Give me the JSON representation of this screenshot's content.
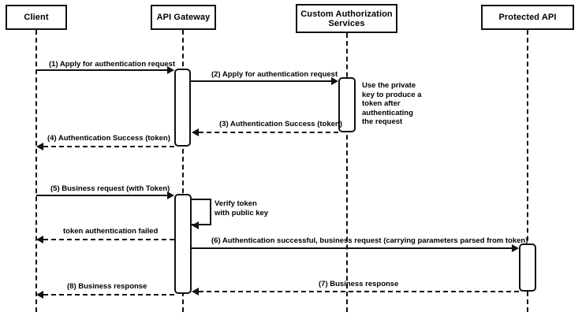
{
  "diagram": {
    "type": "uml-sequence-diagram",
    "title": "API Gateway token authentication sequence",
    "colors": {
      "stroke": "#111111",
      "background": "#ffffff",
      "text": "#000000"
    }
  },
  "participants": [
    {
      "id": "client",
      "label": "Client"
    },
    {
      "id": "gateway",
      "label": "API Gateway"
    },
    {
      "id": "authsvc",
      "label": "Custom Authorization\nServices",
      "line1": "Custom Authorization",
      "line2": "Services"
    },
    {
      "id": "protected",
      "label": "Protected API"
    }
  ],
  "messages": [
    {
      "seq": "1",
      "label": "(1) Apply for authentication request",
      "from": "client",
      "to": "gateway",
      "style": "solid",
      "direction": "right"
    },
    {
      "seq": "2",
      "label": "(2) Apply for authentication request",
      "from": "gateway",
      "to": "authsvc",
      "style": "solid",
      "direction": "right"
    },
    {
      "seq": "3",
      "label": "(3) Authentication Success (token)",
      "from": "authsvc",
      "to": "gateway",
      "style": "dashed",
      "direction": "left"
    },
    {
      "seq": "4",
      "label": "(4) Authentication Success (token)",
      "from": "gateway",
      "to": "client",
      "style": "dashed",
      "direction": "left"
    },
    {
      "seq": "5",
      "label": "(5) Business request (with Token)",
      "from": "client",
      "to": "gateway",
      "style": "solid",
      "direction": "right"
    },
    {
      "seq": "",
      "label": "token authentication failed",
      "from": "gateway",
      "to": "client",
      "style": "dashed",
      "direction": "left"
    },
    {
      "seq": "6",
      "label": "(6) Authentication successful, business request (carrying parameters parsed from token)",
      "from": "gateway",
      "to": "protected",
      "style": "solid",
      "direction": "right"
    },
    {
      "seq": "7",
      "label": "(7) Business response",
      "from": "protected",
      "to": "gateway",
      "style": "dashed",
      "direction": "left"
    },
    {
      "seq": "8",
      "label": "(8) Business response",
      "from": "gateway",
      "to": "client",
      "style": "dashed",
      "direction": "left"
    }
  ],
  "self_messages": [
    {
      "id": "verify-token",
      "owner": "gateway",
      "line1": "Verify token",
      "line2": "with public key"
    }
  ],
  "notes": [
    {
      "id": "private-key-note",
      "owner": "authsvc",
      "lines": [
        "Use the private",
        "key to produce a",
        "token after",
        "authenticating",
        "the request"
      ]
    }
  ]
}
